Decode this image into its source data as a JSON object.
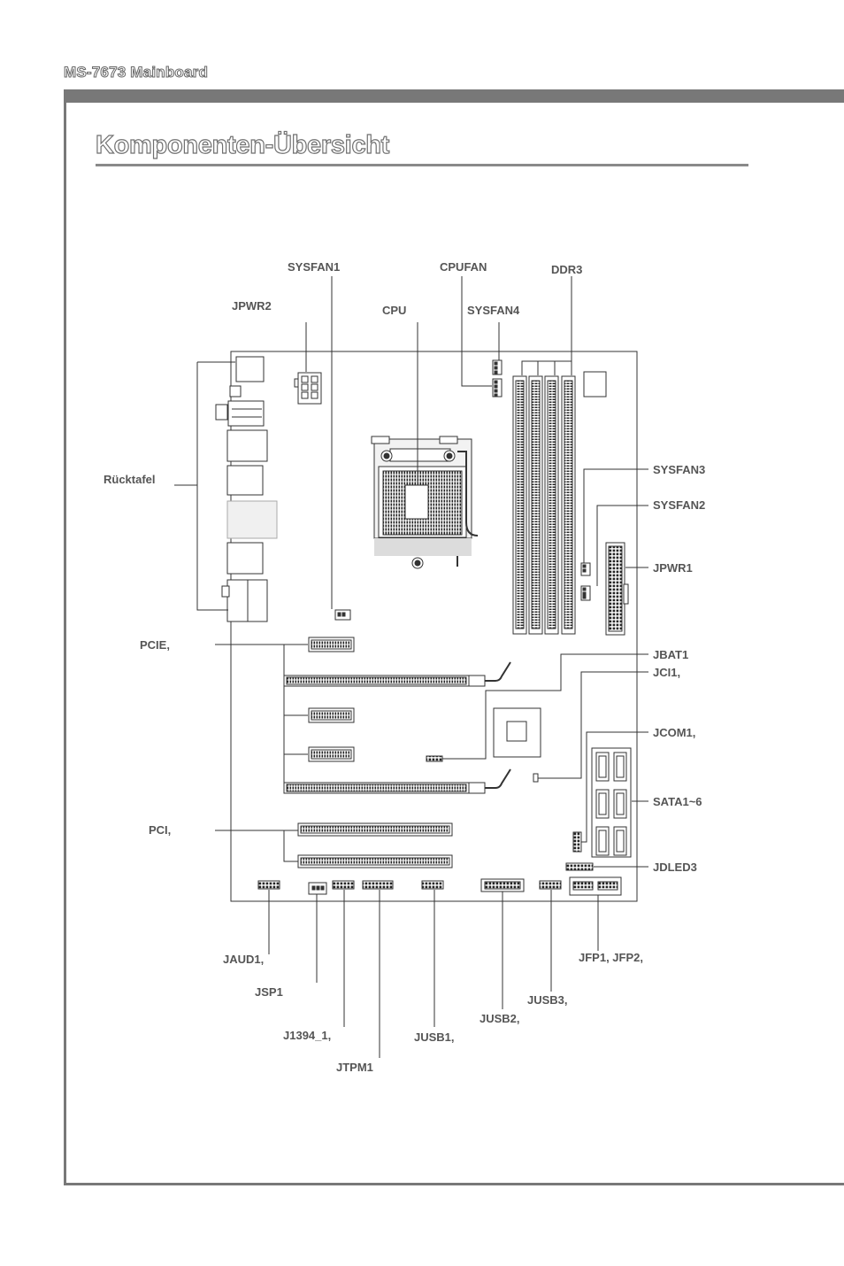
{
  "header": {
    "model": "MS-7673 Mainboard"
  },
  "page": {
    "title": "Komponenten-Übersicht"
  },
  "labels": {
    "sysfan1": "SYSFAN1",
    "cpufan": "CPUFAN",
    "ddr3": "DDR3",
    "jpwr2": "JPWR2",
    "cpu": "CPU",
    "sysfan4": "SYSFAN4",
    "ruecktafel": "Rücktafel",
    "sysfan3": "SYSFAN3",
    "sysfan2": "SYSFAN2",
    "jpwr1": "JPWR1",
    "pcie": "PCIE,",
    "jbat1": "JBAT1",
    "jci1": "JCI1,",
    "jcom1": "JCOM1,",
    "sata": "SATA1~6",
    "pci": "PCI,",
    "jdled3": "JDLED3",
    "jaud1": "JAUD1,",
    "jfp": "JFP1, JFP2,",
    "jsp1": "JSP1",
    "jusb3": "JUSB3,",
    "jusb2": "JUSB2,",
    "j1394": "J1394_1,",
    "jusb1": "JUSB1,",
    "jtpm1": "JTPM1"
  }
}
